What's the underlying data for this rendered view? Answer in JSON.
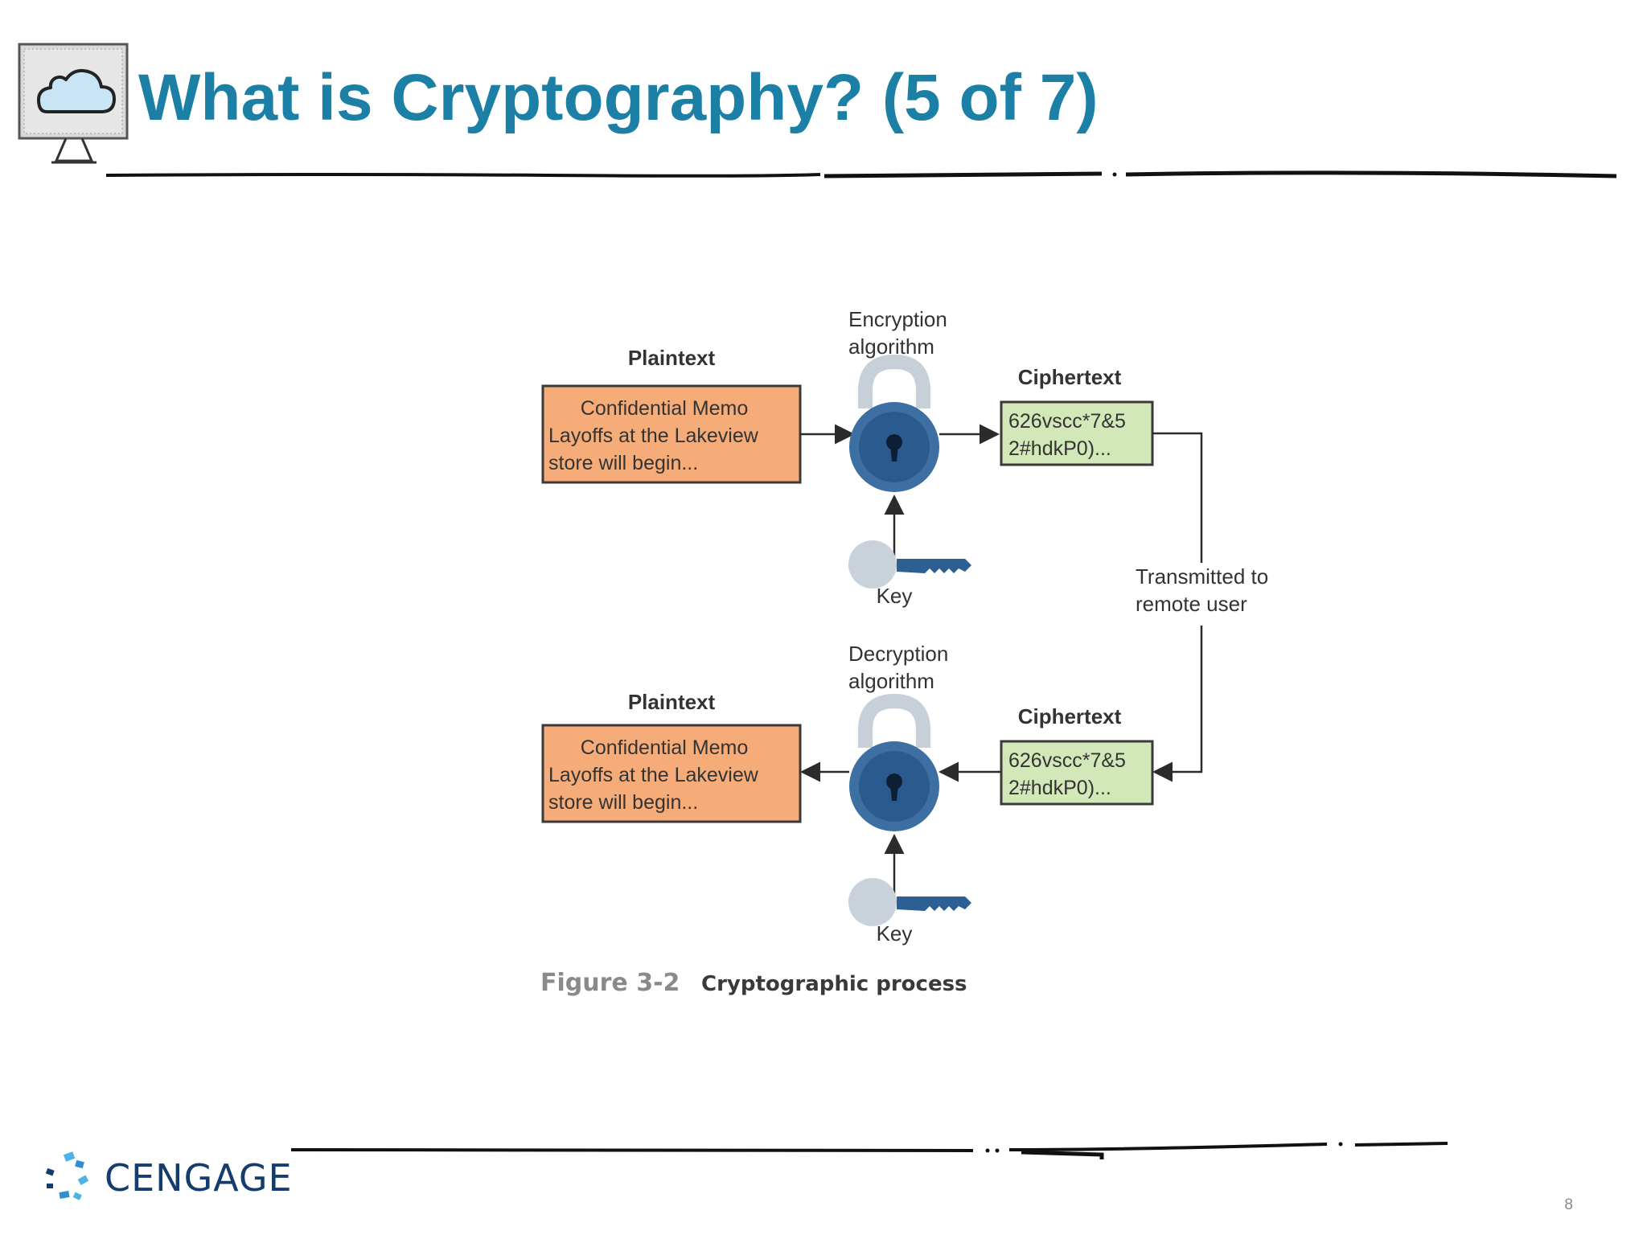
{
  "slide": {
    "title": "What is Cryptography? (5 of 7)",
    "page_number": "8",
    "icon": "cloud-computer-icon"
  },
  "branding": {
    "logo_text": "CENGAGE",
    "logo_icon": "cengage-logo-mark"
  },
  "diagram": {
    "encryption": {
      "plaintext_label": "Plaintext",
      "plaintext_lines": [
        "Confidential Memo",
        "Layoffs at the Lakeview",
        "store will begin..."
      ],
      "algorithm_lines": [
        "Encryption",
        "algorithm"
      ],
      "ciphertext_label": "Ciphertext",
      "ciphertext_lines": [
        "626vscc*7&5",
        "2#hdkP0)..."
      ],
      "key_label": "Key"
    },
    "transmission_lines": [
      "Transmitted to",
      "remote user"
    ],
    "decryption": {
      "plaintext_label": "Plaintext",
      "plaintext_lines": [
        "Confidential Memo",
        "Layoffs at the Lakeview",
        "store will begin..."
      ],
      "algorithm_lines": [
        "Decryption",
        "algorithm"
      ],
      "ciphertext_label": "Ciphertext",
      "ciphertext_lines": [
        "626vscc*7&5",
        "2#hdkP0)..."
      ],
      "key_label": "Key"
    },
    "caption": {
      "figure_number": "Figure 3-2",
      "text": "Cryptographic process"
    },
    "colors": {
      "plaintext_fill": "#f5ac78",
      "ciphertext_fill": "#d3e8b8",
      "lock_body": "#3d6fa3",
      "lock_shackle": "#c7cfd8",
      "key_bit": "#2d5f95",
      "title": "#1b7fa6"
    }
  }
}
